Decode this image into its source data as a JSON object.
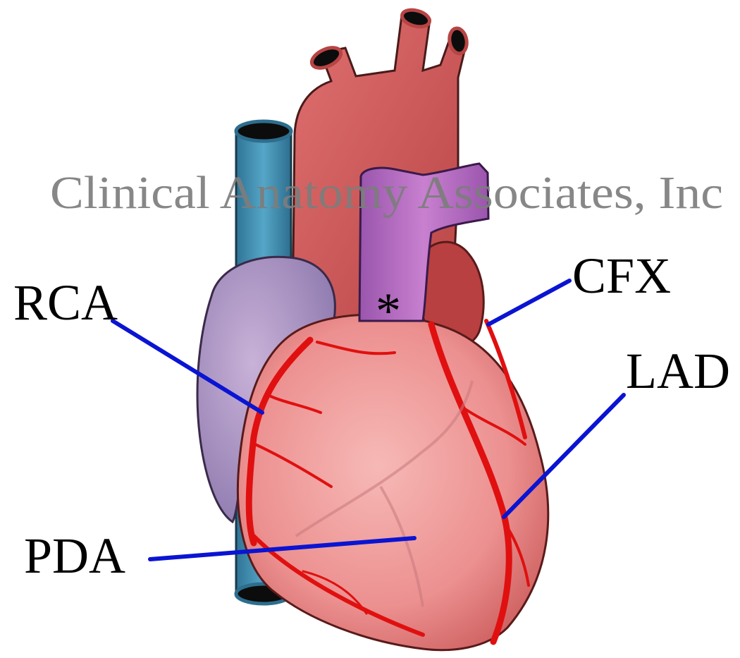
{
  "watermark": "Clinical Anatomy Associates, Inc",
  "labels": {
    "rca": "RCA",
    "cfx": "CFX",
    "lad": "LAD",
    "pda": "PDA",
    "asterisk": "*"
  },
  "colors": {
    "leader_line": "#0a14d2",
    "coronary_artery": "#e01010",
    "vena_cava": "#3f8fb0",
    "pulmonary_trunk": "#b36ac0",
    "aorta": "#d05a5a",
    "ventricle": "#ea8f8f"
  }
}
